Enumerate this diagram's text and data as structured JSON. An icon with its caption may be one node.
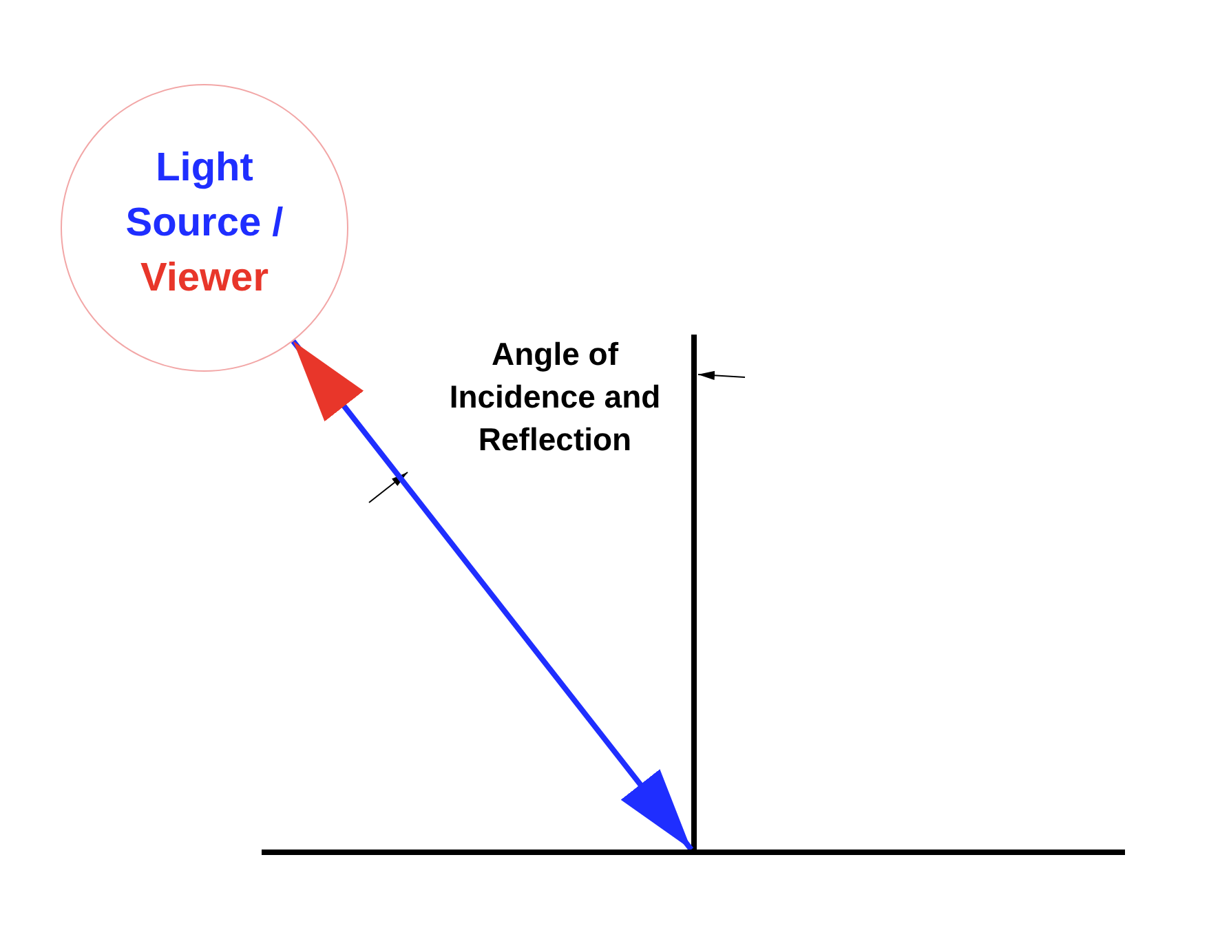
{
  "diagram": {
    "nodes": [
      {
        "text": [
          "Light Source /",
          "Viewer"
        ]
      },
      {
        "text": [],
        "shape": "bar"
      }
    ],
    "edges": [
      {
        "from": 1,
        "to": 0,
        "arrow": "both",
        "color": "#1f2eff"
      }
    ],
    "labels": [
      "Angle of Incidence and Reflection"
    ]
  }
}
